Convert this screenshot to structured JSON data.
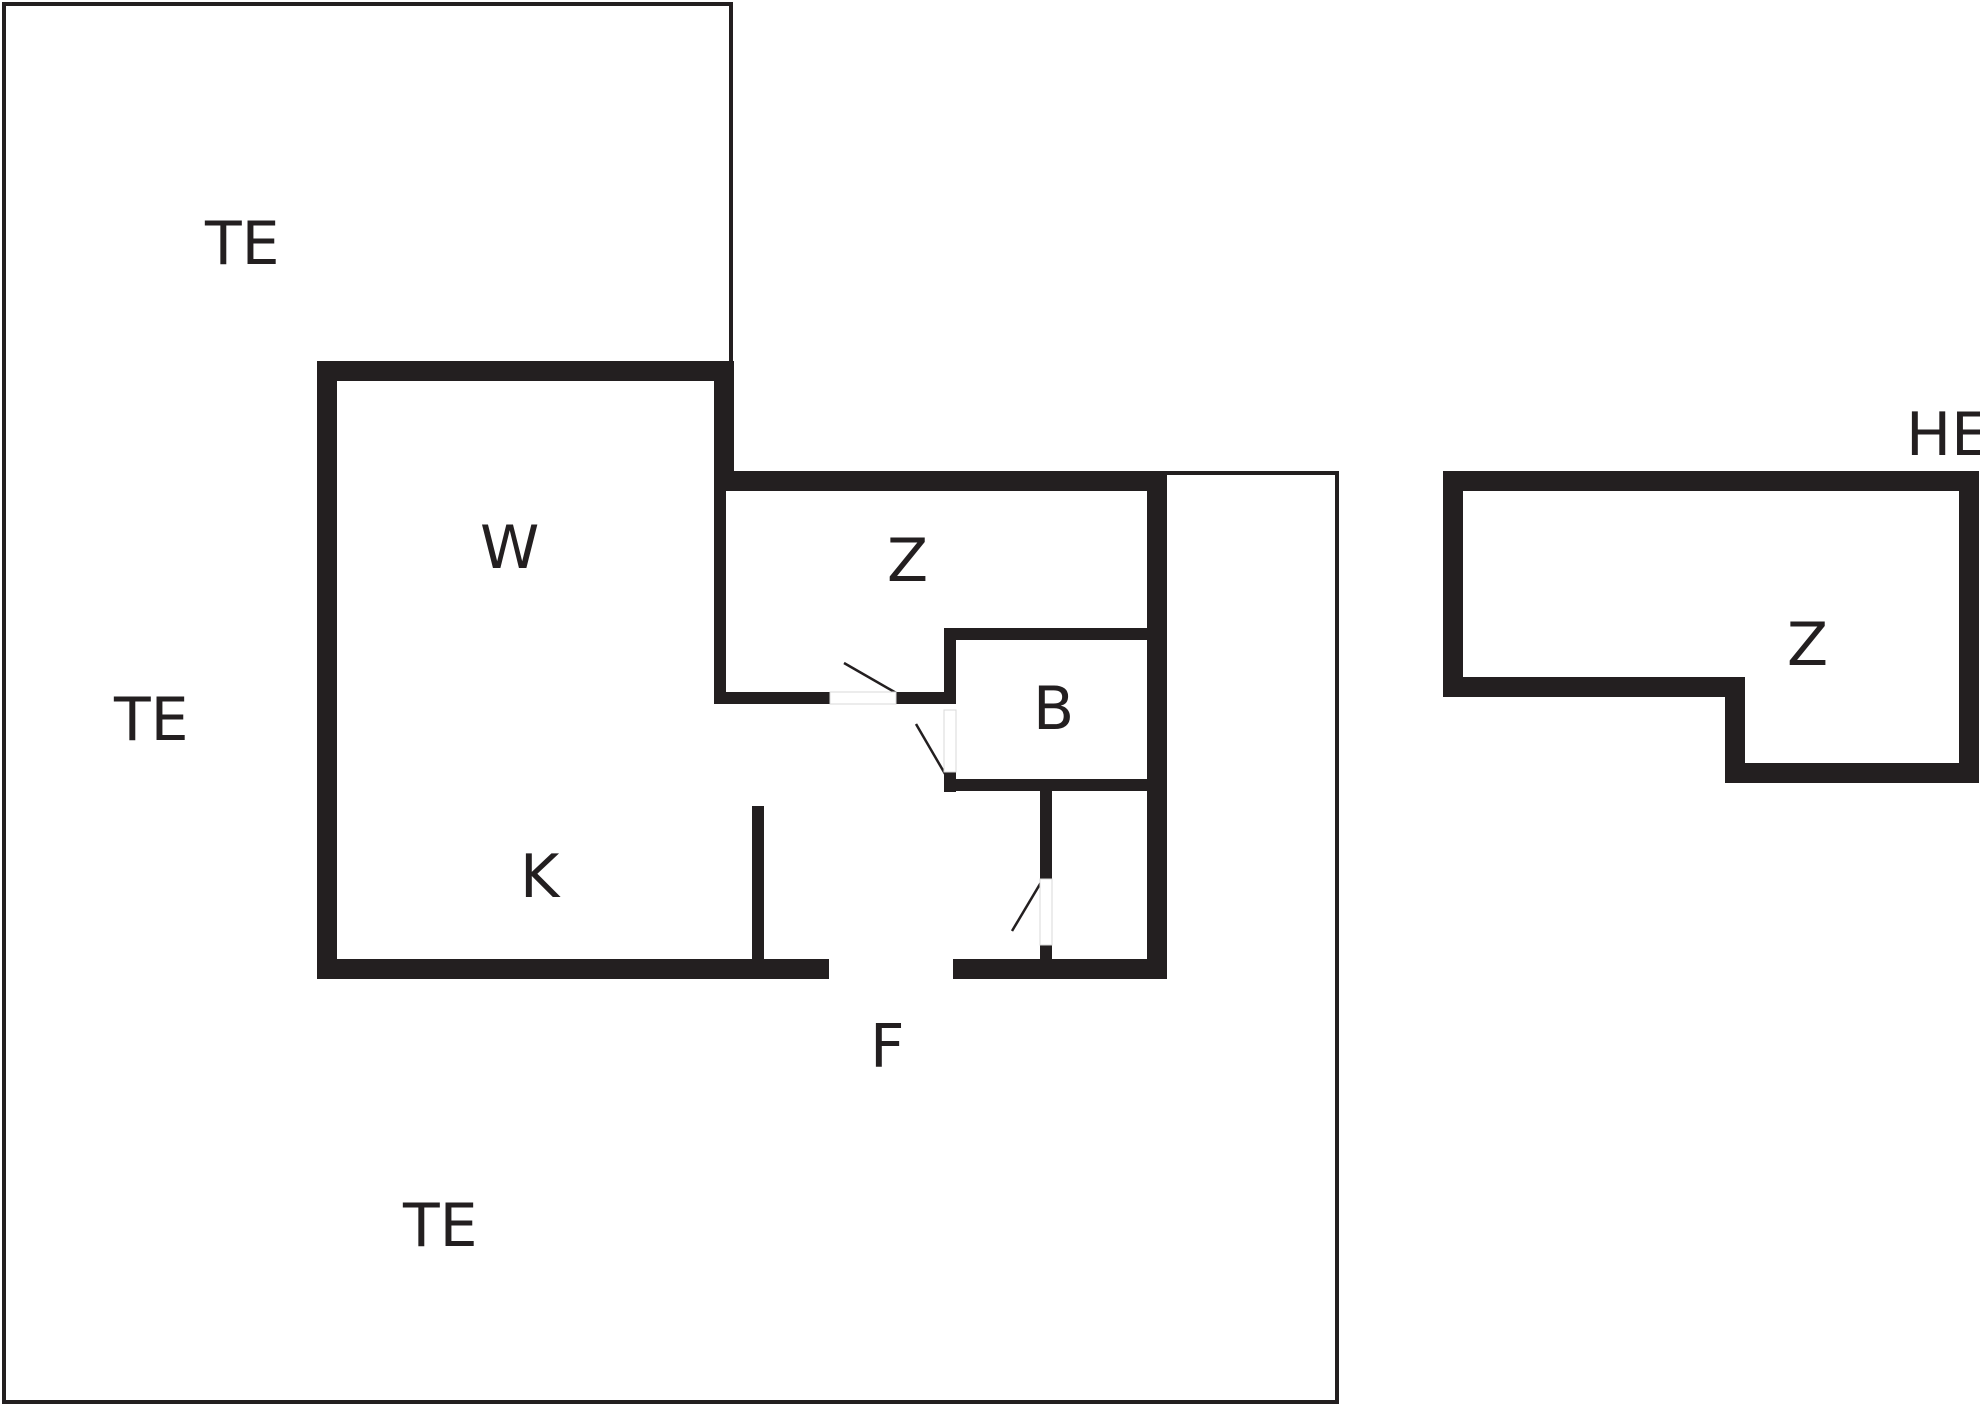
{
  "floor_plan": {
    "labels": {
      "terrace_top": "TE",
      "terrace_left": "TE",
      "terrace_bottom": "TE",
      "living_room": "W",
      "kitchen": "K",
      "bedroom_main": "Z",
      "bathroom": "B",
      "hall": "F",
      "bedroom_annex": "Z",
      "corner_label": "HE"
    },
    "colors": {
      "wall": "#231f20",
      "background": "#ffffff"
    }
  }
}
